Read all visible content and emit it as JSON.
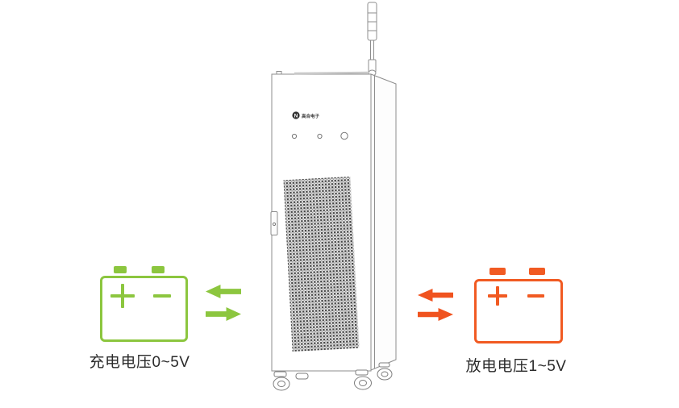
{
  "colors": {
    "charge_green": "#8CC63F",
    "discharge_orange": "#F15A22",
    "cabinet_line_gray": "#8d8d8d",
    "label_text": "#2b2b2b",
    "background": "#ffffff"
  },
  "charge_side": {
    "label": "充电电压0~5V",
    "polarity_plus": "+",
    "polarity_minus": "−",
    "arrow_directions": [
      "left",
      "right"
    ]
  },
  "discharge_side": {
    "label": "放电电压1~5V",
    "polarity_plus": "+",
    "polarity_minus": "−",
    "arrow_directions": [
      "left",
      "right"
    ]
  },
  "cabinet": {
    "brand_logo_letter": "N",
    "brand_name": "高合电子",
    "indicator_hole_count": 3,
    "tower_light_segments": 4
  }
}
